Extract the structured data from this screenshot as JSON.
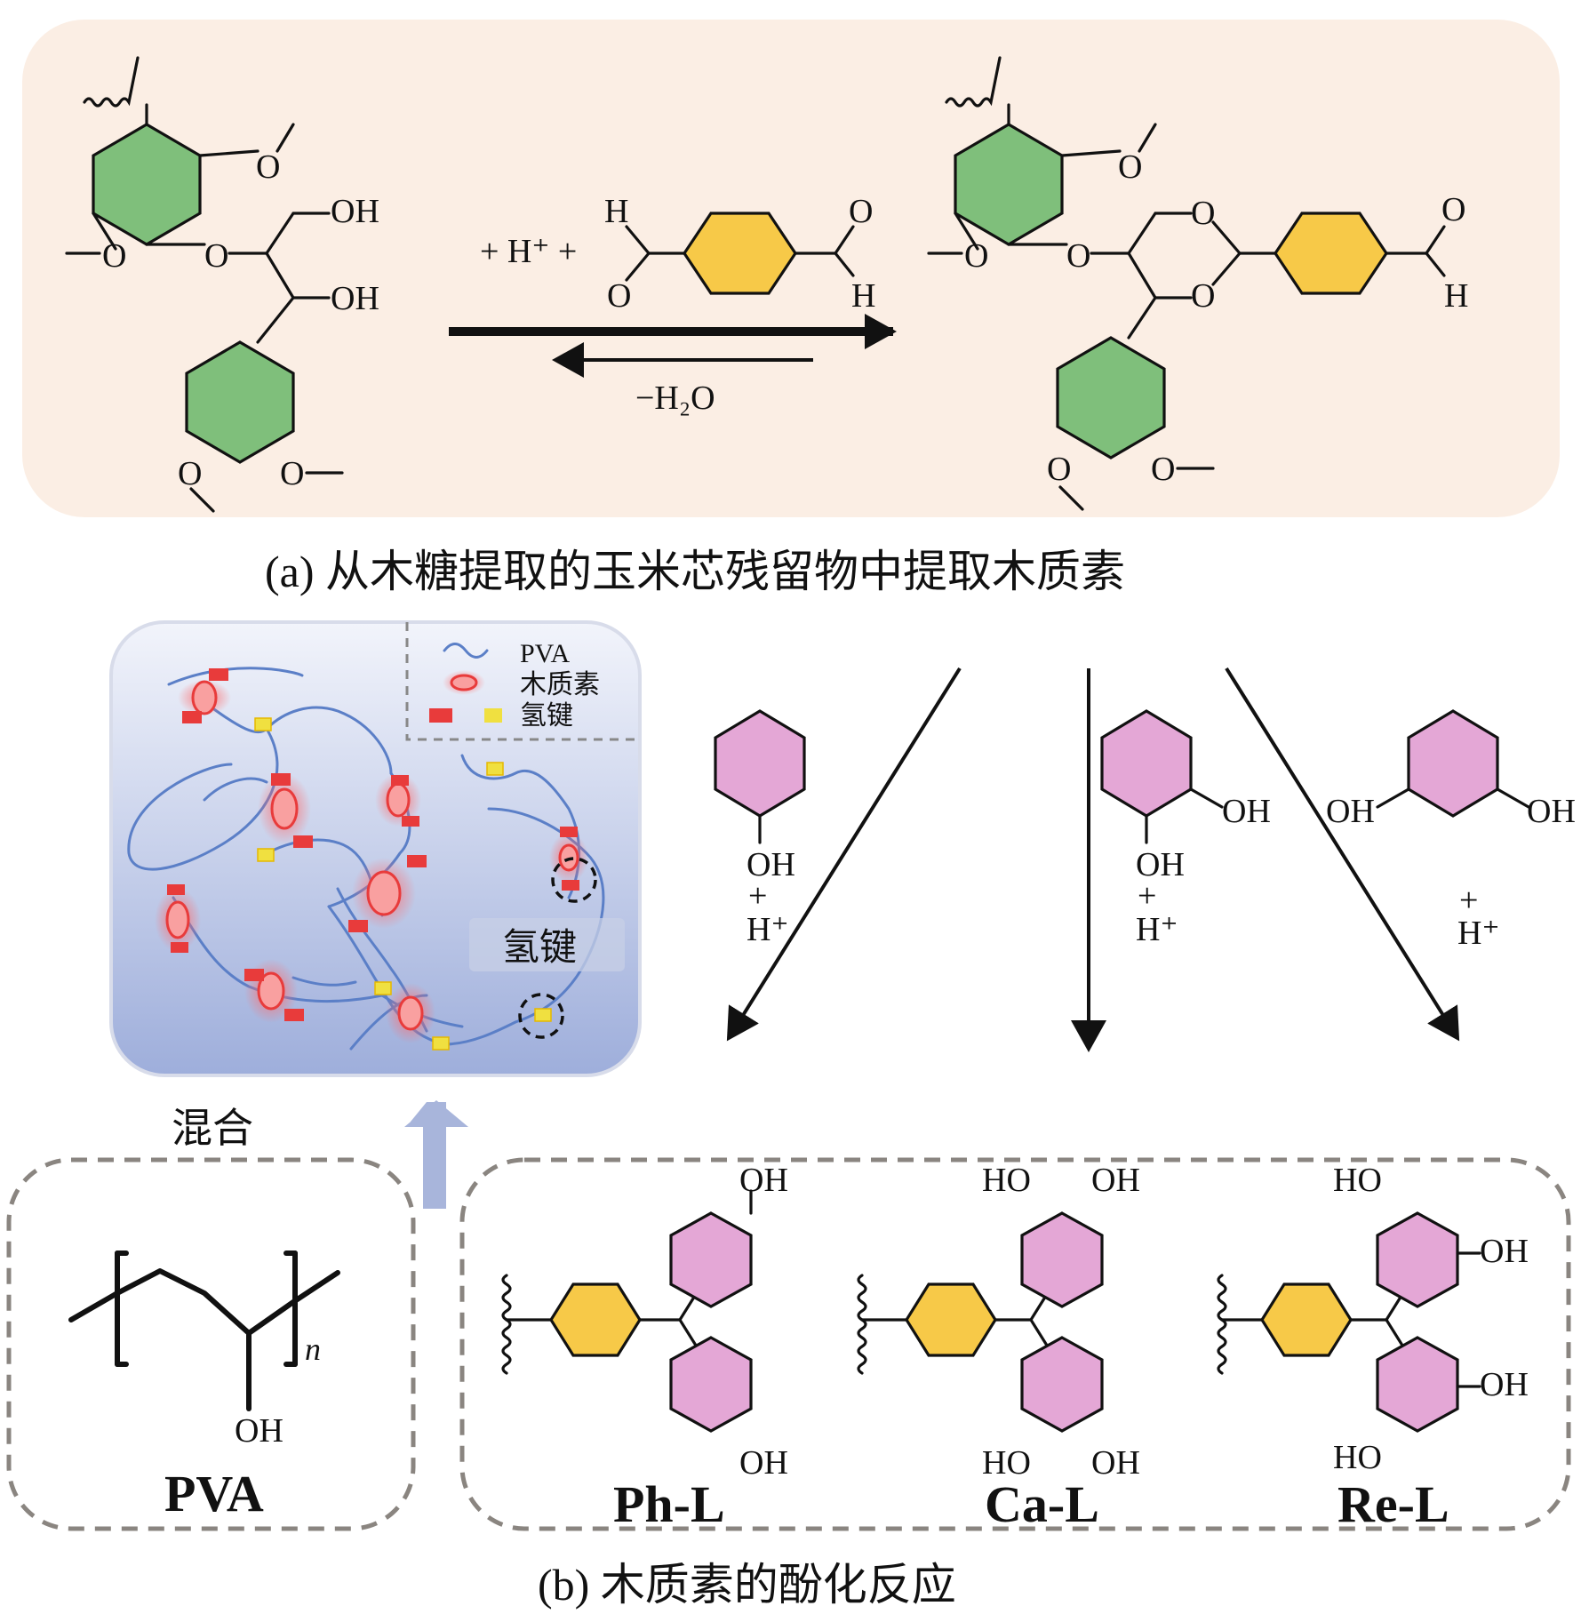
{
  "colors": {
    "panel_a_bg": "#fbeee4",
    "guaiacyl_ring": "#7fbf7b",
    "benzene_ring": "#f7c948",
    "phenol_ring": "#e4a7d6",
    "pva_chain": "#5b7fc7",
    "lignin_node": "#e83b3b",
    "hbond_node": "#f0e040"
  },
  "panel_a": {
    "caption": "(a) 从木糖提取的玉米芯残留物中提取木质素",
    "labels": {
      "oh_top": "OH",
      "oh_mid": "OH",
      "o_methoxy": "O",
      "h_plus": "+ H⁺  +",
      "h_ald": "H",
      "o_ald": "O",
      "water": "−H₂O"
    }
  },
  "panel_b": {
    "caption": "(b) 木质素的酚化反应",
    "legend": {
      "pva": "PVA",
      "lignin": "木质素",
      "hbond": "氢键"
    },
    "hbond_tag": "氢键",
    "mix_label": "混合",
    "pva_box_label": "PVA",
    "pva_oh": "OH",
    "pva_n": "n",
    "reagents": {
      "oh": "OH",
      "plus": "+",
      "h_plus": "H⁺"
    },
    "products": [
      {
        "name": "Ph-L"
      },
      {
        "name": "Ca-L"
      },
      {
        "name": "Re-L"
      }
    ],
    "ho": "HO"
  }
}
